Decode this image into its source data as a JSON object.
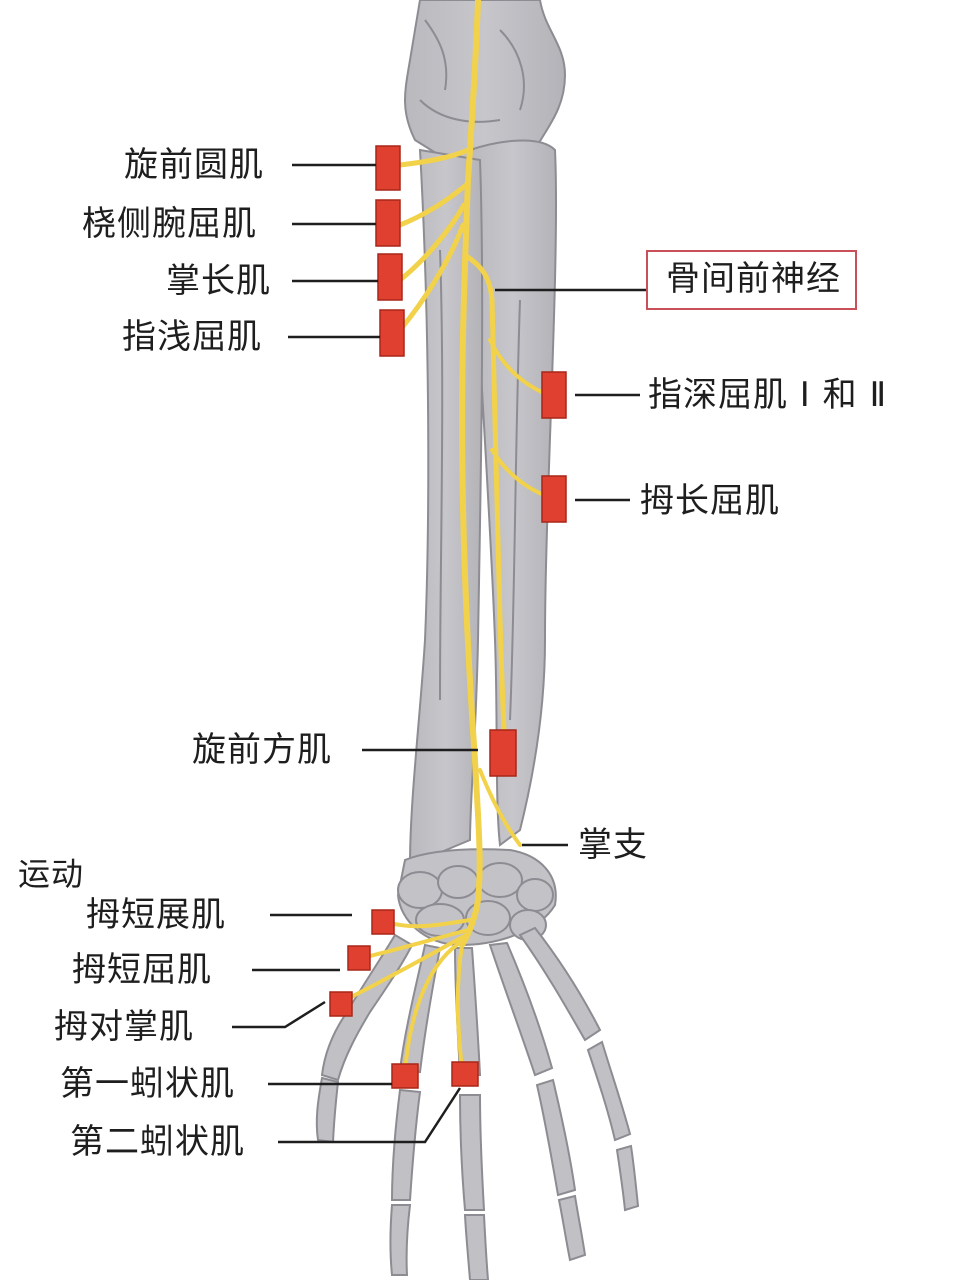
{
  "labels": {
    "pronator_teres": "旋前圆肌",
    "flexor_carpi_radialis": "桡侧腕屈肌",
    "palmaris_longus": "掌长肌",
    "flexor_digitorum_superficialis": "指浅屈肌",
    "anterior_interosseous_nerve": "骨间前神经",
    "flexor_digitorum_profundus": "指深屈肌 Ⅰ 和 Ⅱ",
    "flexor_pollicis_longus": "拇长屈肌",
    "pronator_quadratus": "旋前方肌",
    "palmar_branch": "掌支",
    "motor": "运动",
    "abductor_pollicis_brevis": "拇短展肌",
    "flexor_pollicis_brevis": "拇短屈肌",
    "opponens_pollicis": "拇对掌肌",
    "first_lumbrical": "第一蚓状肌",
    "second_lumbrical": "第二蚓状肌"
  },
  "colors": {
    "nerve": "#f2d24a",
    "marker": "#e0402f",
    "bone": "#c0c0c5",
    "highlight_box": "#c8505a"
  }
}
